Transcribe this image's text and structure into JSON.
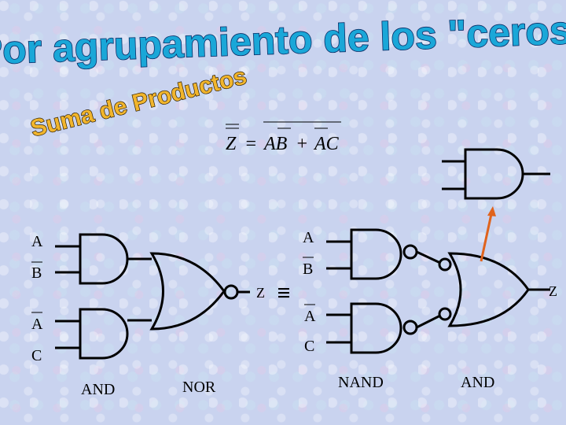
{
  "title": "Por agrupamiento de los \"ceros\"",
  "subtitle": "Suma de Productos",
  "equation": {
    "lhs": "Z",
    "equals": "=",
    "term1": "AB",
    "plus": "+",
    "term2": "AC"
  },
  "left_circuit": {
    "input_a": "A",
    "input_b": "B",
    "input_a2": "A",
    "input_c": "C",
    "output": "Z",
    "gate_label_and": "AND",
    "gate_label_nor": "NOR"
  },
  "equivalence_symbol": "≡",
  "right_circuit": {
    "input_a": "A",
    "input_b": "B",
    "input_a2": "A",
    "input_c": "C",
    "output": "Z",
    "gate_label_nand": "NAND",
    "gate_label_and": "AND"
  },
  "colors": {
    "title_fill": "#1aa7d8",
    "subtitle_fill": "#f1b52c",
    "arrow": "#e0631c",
    "background": "#c9d3ef"
  }
}
